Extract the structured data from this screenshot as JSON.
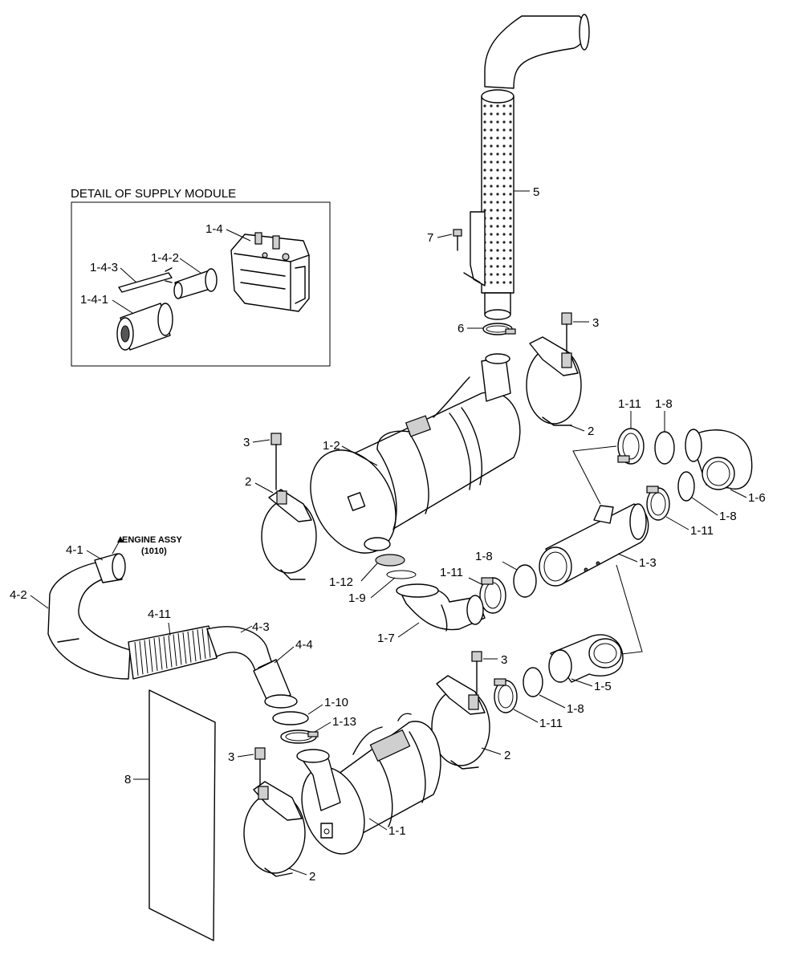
{
  "detail_title": "DETAIL OF SUPPLY MODULE",
  "engine_note": {
    "line1": "ENGINE ASSY",
    "line2": "(1010)"
  },
  "labels": {
    "p1_1": "1-1",
    "p1_2": "1-2",
    "p1_3": "1-3",
    "p1_4": "1-4",
    "p1_4_1": "1-4-1",
    "p1_4_2": "1-4-2",
    "p1_4_3": "1-4-3",
    "p1_5": "1-5",
    "p1_6": "1-6",
    "p1_7": "1-7",
    "p1_8": "1-8",
    "p1_9": "1-9",
    "p1_10": "1-10",
    "p1_11": "1-11",
    "p1_12": "1-12",
    "p1_13": "1-13",
    "p2": "2",
    "p3": "3",
    "p4_1": "4-1",
    "p4_2": "4-2",
    "p4_3": "4-3",
    "p4_4": "4-4",
    "p4_11": "4-11",
    "p5": "5",
    "p6": "6",
    "p7": "7",
    "p8": "8"
  }
}
